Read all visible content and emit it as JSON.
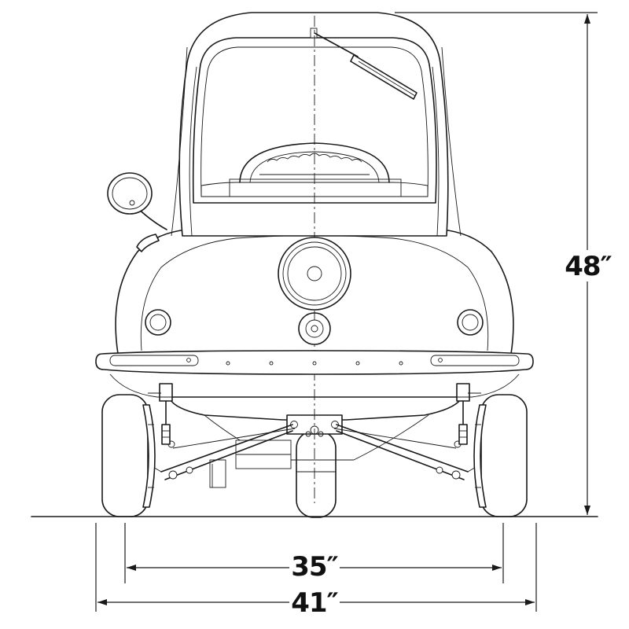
{
  "dimensions": {
    "height_label": "48″",
    "track_label": "35″",
    "width_label": "41″"
  },
  "colors": {
    "ink": "#1a1a1a",
    "paper": "#ffffff"
  }
}
